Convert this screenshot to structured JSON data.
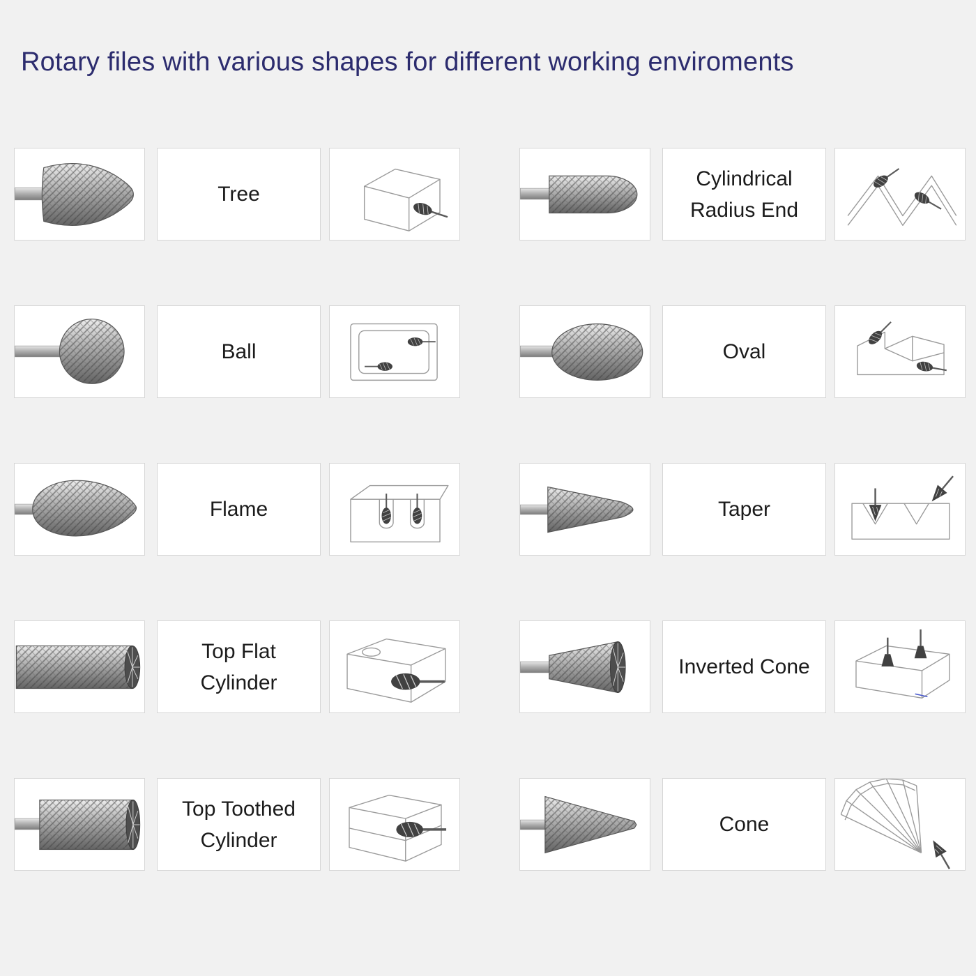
{
  "title": "Rotary files with various shapes for different working enviroments",
  "items": [
    {
      "label": "Tree",
      "shape": "tree"
    },
    {
      "label": "Cylindrical Radius End",
      "shape": "cylindrical-radius-end"
    },
    {
      "label": "Ball",
      "shape": "ball"
    },
    {
      "label": "Oval",
      "shape": "oval"
    },
    {
      "label": "Flame",
      "shape": "flame"
    },
    {
      "label": "Taper",
      "shape": "taper"
    },
    {
      "label": "Top Flat Cylinder",
      "shape": "top-flat-cylinder"
    },
    {
      "label": "Inverted Cone",
      "shape": "inverted-cone"
    },
    {
      "label": "Top Toothed Cylinder",
      "shape": "top-toothed-cylinder"
    },
    {
      "label": "Cone",
      "shape": "cone"
    }
  ],
  "colors": {
    "background": "#f1f1f1",
    "title_text": "#2c2c6e",
    "cell_border": "#d6d6d6",
    "label_text": "#1b1b1b",
    "accent_blue_mark": "#4455cc"
  }
}
